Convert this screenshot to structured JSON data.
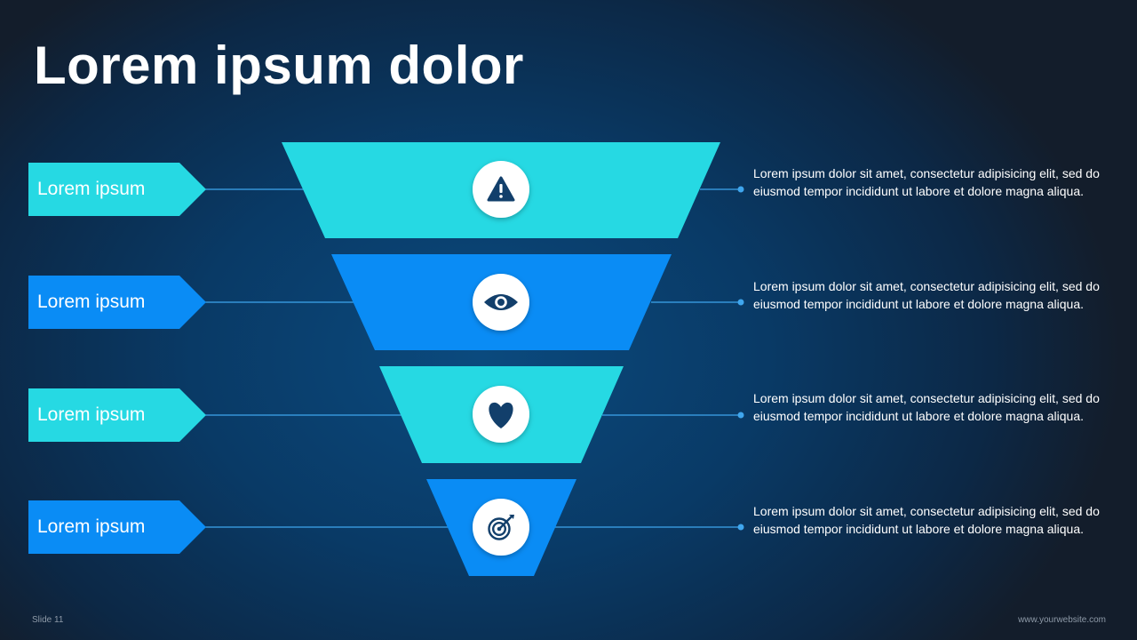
{
  "title": "Lorem ipsum dolor",
  "colors": {
    "cyan": "#26d9e3",
    "blue": "#0a8cf5",
    "icon": "#123f6b",
    "connector": "#3fa6ee"
  },
  "stages": [
    {
      "label": "Lorem ipsum",
      "icon": "warning-icon",
      "description": "Lorem ipsum dolor sit amet, consectetur adipisicing elit, sed do eiusmod tempor incididunt ut labore et dolore magna aliqua."
    },
    {
      "label": "Lorem ipsum",
      "icon": "eye-icon",
      "description": "Lorem ipsum dolor sit amet, consectetur adipisicing elit, sed do eiusmod tempor incididunt ut labore et dolore magna aliqua."
    },
    {
      "label": "Lorem ipsum",
      "icon": "heart-icon",
      "description": "Lorem ipsum dolor sit amet, consectetur adipisicing elit, sed do eiusmod tempor incididunt ut labore et dolore magna aliqua."
    },
    {
      "label": "Lorem ipsum",
      "icon": "target-icon",
      "description": "Lorem ipsum dolor sit amet, consectetur adipisicing elit, sed do eiusmod tempor incididunt ut labore et dolore magna aliqua."
    }
  ],
  "footer": {
    "slide_number": "Slide 11",
    "website": "www.yourwebsite.com"
  }
}
